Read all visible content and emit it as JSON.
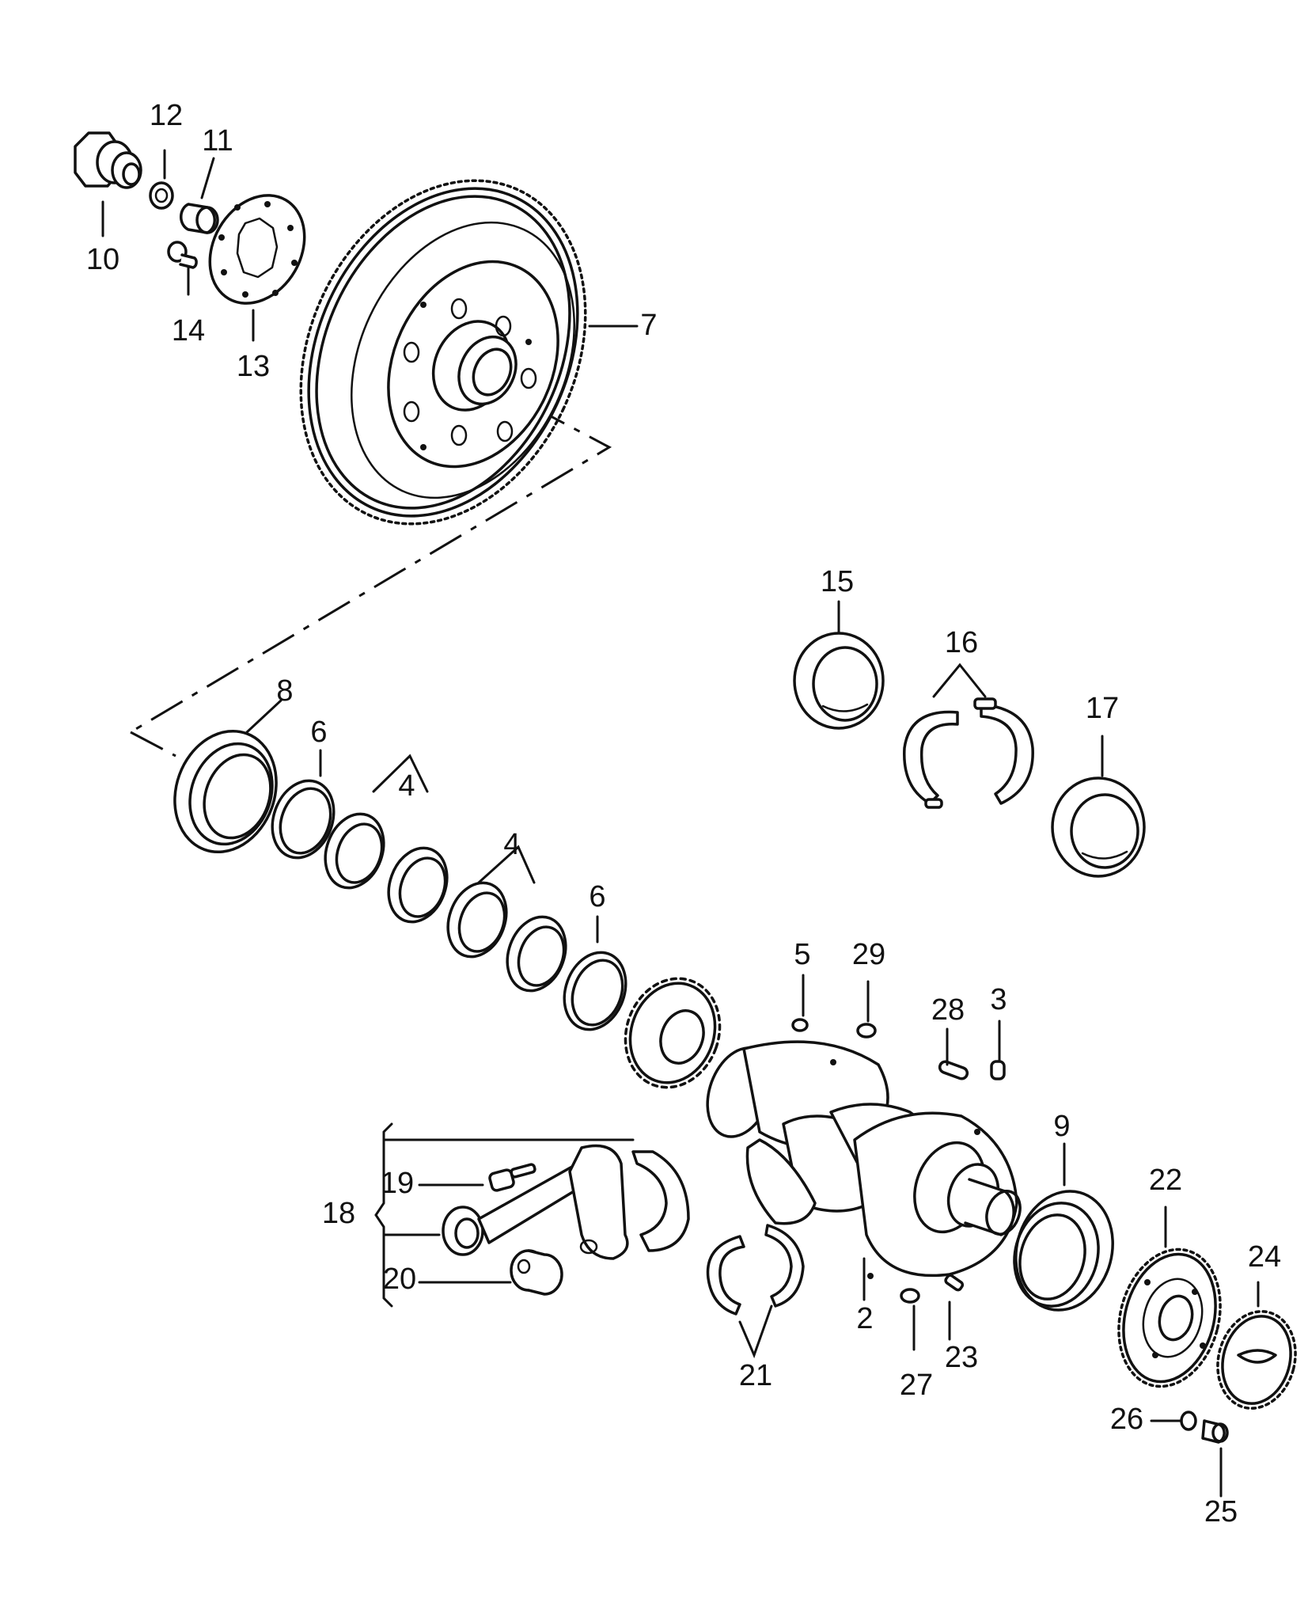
{
  "diagram": {
    "callouts": {
      "c2": "2",
      "c3": "3",
      "c4a": "4",
      "c4b": "4",
      "c5": "5",
      "c6a": "6",
      "c6b": "6",
      "c7": "7",
      "c8": "8",
      "c9": "9",
      "c10": "10",
      "c11": "11",
      "c12": "12",
      "c13": "13",
      "c14": "14",
      "c15": "15",
      "c16": "16",
      "c17": "17",
      "c18": "18",
      "c19": "19",
      "c20": "20",
      "c21": "21",
      "c22": "22",
      "c23": "23",
      "c24": "24",
      "c25": "25",
      "c26": "26",
      "c27": "27",
      "c28": "28",
      "c29": "29"
    }
  }
}
